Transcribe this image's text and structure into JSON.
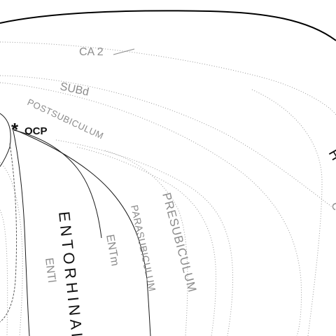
{
  "labels": {
    "ca2": "CA 2",
    "subd": "SUBd",
    "postsubiculum": "POSTSUBICULUM",
    "ocp_marker": "*",
    "ocp": "OCP",
    "presubiculum": "PRESUBICULUM",
    "parasubiculum": "PARASUBICULUM",
    "entorhinal": "ENTORHINAL",
    "entm": "ENTm",
    "entl": "ENTl",
    "edge_letter_1": "H",
    "edge_letter_2": "C"
  }
}
